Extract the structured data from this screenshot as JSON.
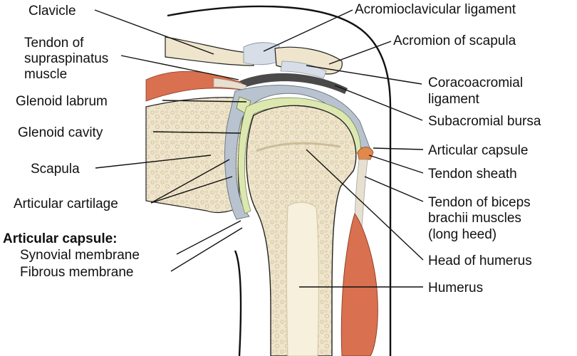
{
  "labels": {
    "clavicle": "Clavicle",
    "tendon_supraspinatus_1": "Tendon of",
    "tendon_supraspinatus_2": "supraspinatus",
    "tendon_supraspinatus_3": "muscle",
    "glenoid_labrum": "Glenoid labrum",
    "glenoid_cavity": "Glenoid cavity",
    "scapula": "Scapula",
    "articular_cartilage": "Articular cartilage",
    "articular_capsule_heading": "Articular capsule:",
    "synovial_membrane": "Synovial membrane",
    "fibrous_membrane": "Fibrous membrane",
    "acromioclavicular_ligament": "Acromioclavicular ligament",
    "acromion_of_scapula": "Acromion of scapula",
    "coracoacromial_ligament_1": "Coracoacromial",
    "coracoacromial_ligament_2": "ligament",
    "subacromial_bursa": "Subacromial bursa",
    "articular_capsule": "Articular capsule",
    "tendon_sheath": "Tendon sheath",
    "tendon_biceps_1": "Tendon of biceps",
    "tendon_biceps_2": "brachii muscles",
    "tendon_biceps_3": "(long heed)",
    "head_of_humerus": "Head of humerus",
    "humerus": "Humerus"
  },
  "colors": {
    "bone": "#efe5cc",
    "bone_outline": "#222222",
    "spongy_bone": "#e6d9b6",
    "cartilage": "#dde8b0",
    "capsule": "#b8c3cf",
    "ligament": "#d7dee8",
    "muscle": "#d9704f",
    "bursa": "#4a4a4a",
    "skin_line": "#111111"
  }
}
